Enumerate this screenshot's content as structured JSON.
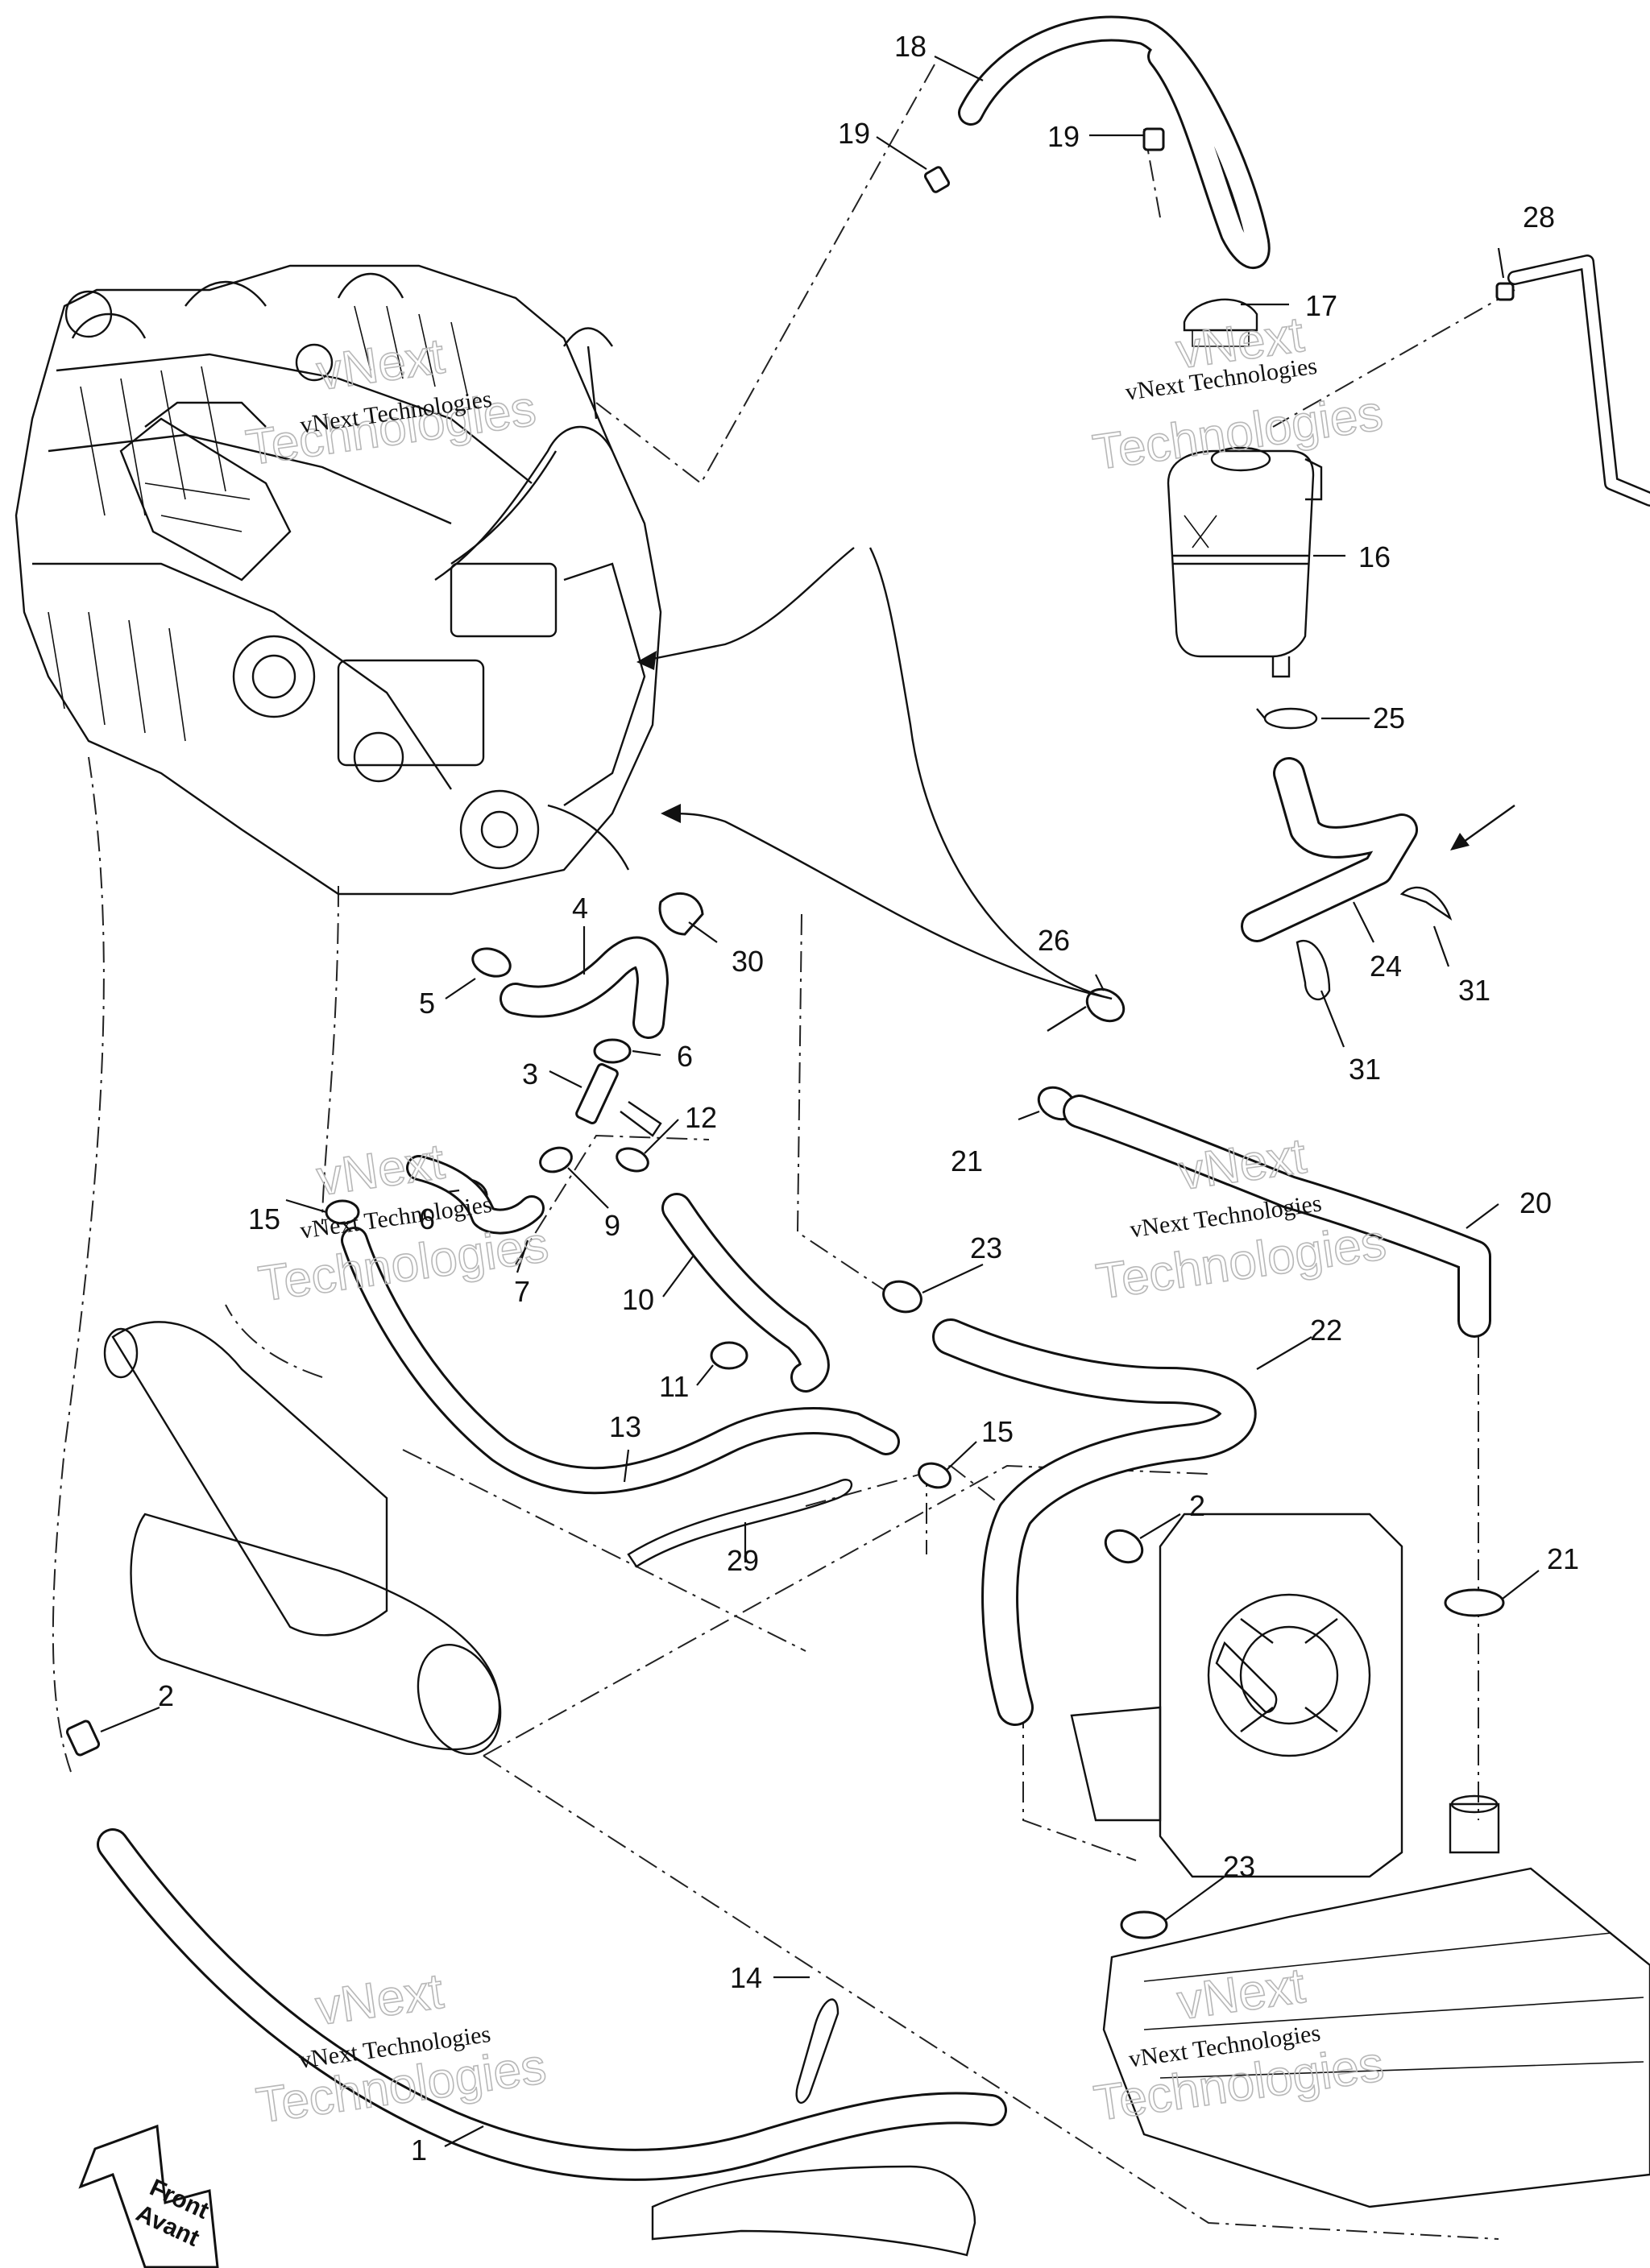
{
  "diagram": {
    "front_badge": {
      "line1": "Front",
      "line2": "Avant"
    },
    "watermarks": [
      {
        "small": "vNext Technologies",
        "big_top": "vNext",
        "big_bottom": "Technologies"
      },
      {
        "small": "vNext Technologies",
        "big_top": "vNext",
        "big_bottom": "Technologies"
      },
      {
        "small": "vNext Technologies",
        "big_top": "vNext",
        "big_bottom": "Technologies"
      },
      {
        "small": "vNext Technologies",
        "big_top": "vNext",
        "big_bottom": "Technologies"
      },
      {
        "small": "vNext Technologies",
        "big_top": "vNext",
        "big_bottom": "Technologies"
      },
      {
        "small": "vNext Technologies",
        "big_top": "vNext",
        "big_bottom": "Technologies"
      }
    ],
    "callouts": [
      "18",
      "19",
      "19",
      "28",
      "17",
      "16",
      "25",
      "26",
      "24",
      "31",
      "31",
      "4",
      "30",
      "5",
      "6",
      "3",
      "12",
      "21",
      "15",
      "9",
      "6",
      "7",
      "10",
      "23",
      "20",
      "11",
      "22",
      "13",
      "15",
      "2",
      "29",
      "21",
      "2",
      "23",
      "14",
      "1"
    ]
  }
}
